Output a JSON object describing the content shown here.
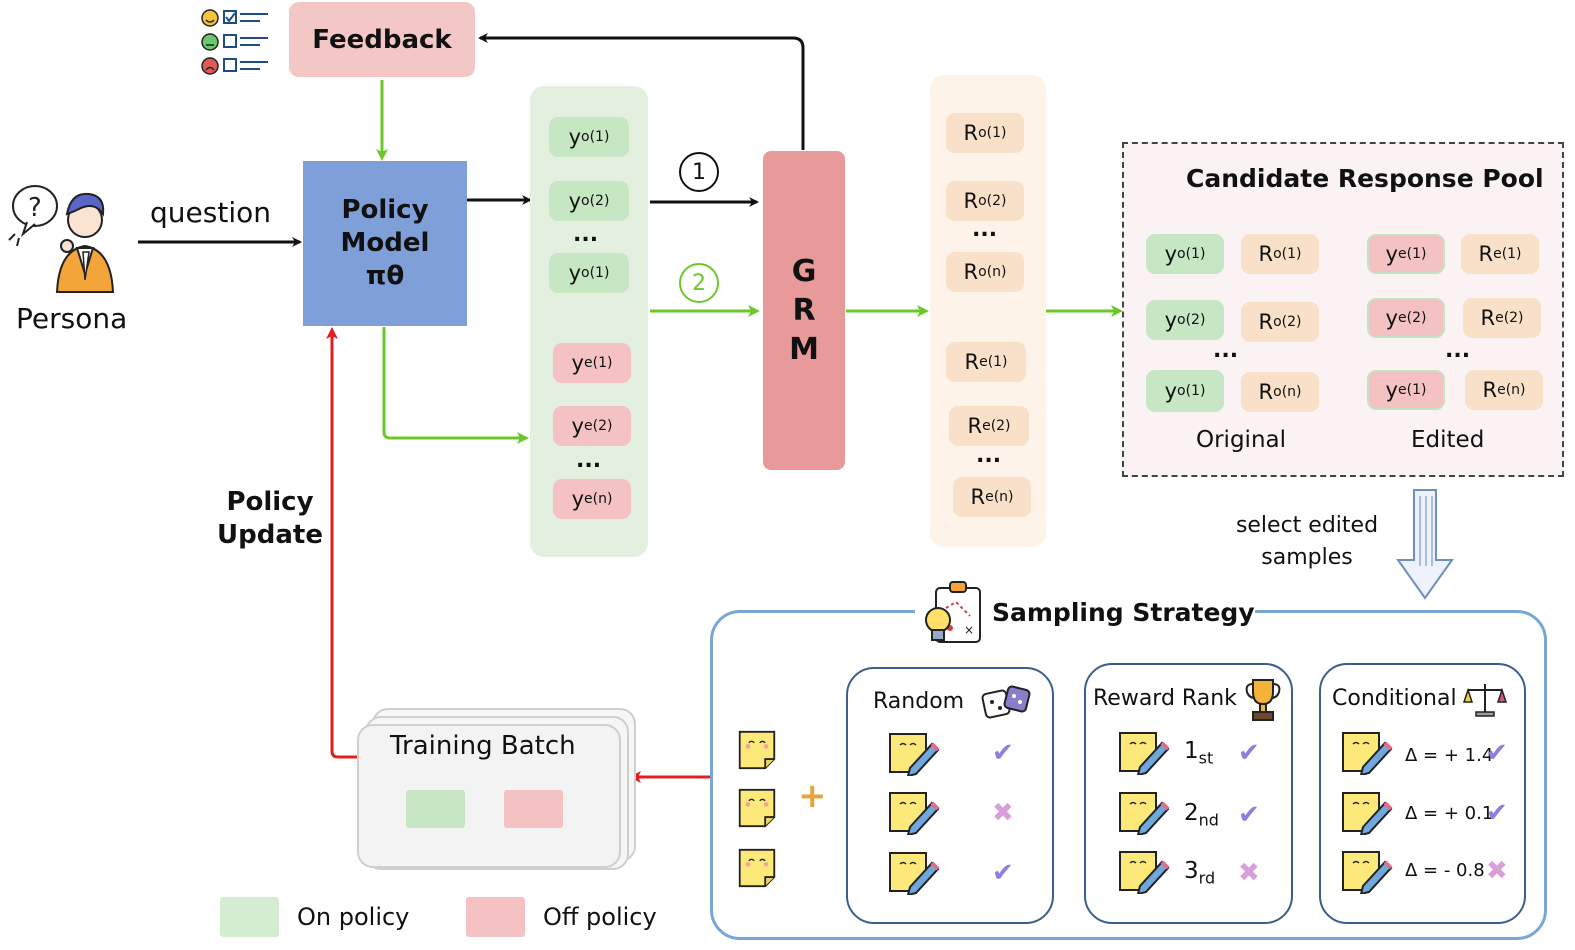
{
  "feedback": {
    "label": "Feedback"
  },
  "persona": {
    "label": "Persona"
  },
  "question": {
    "label": "question"
  },
  "policy_model": {
    "line1": "Policy",
    "line2": "Model",
    "line3": "πθ"
  },
  "policy_update": {
    "line1": "Policy",
    "line2": "Update"
  },
  "grm": {
    "letters": [
      "G",
      "R",
      "M"
    ]
  },
  "path_markers": {
    "one": "1",
    "two": "2"
  },
  "on_policy_responses": [
    "yo(1)",
    "yo(2)",
    "...",
    "yo(1)"
  ],
  "off_policy_responses": [
    "ye(1)",
    "ye(2)",
    "...",
    "ye(n)"
  ],
  "original_rewards": [
    "Ro(1)",
    "Ro(2)",
    "...",
    "Ro(n)"
  ],
  "edited_rewards": [
    "Re(1)",
    "Re(2)",
    "...",
    "Re(n)"
  ],
  "candidate_pool": {
    "title": "Candidate Response Pool",
    "original_label": "Original",
    "edited_label": "Edited",
    "original_rows": [
      [
        "yo(1)",
        "Ro(1)"
      ],
      [
        "yo(2)",
        "Ro(2)"
      ],
      [
        "...",
        ""
      ],
      [
        "yo(1)",
        "Ro(n)"
      ]
    ],
    "edited_rows": [
      [
        "ye(1)",
        "Re(1)"
      ],
      [
        "ye(2)",
        "Re(2)"
      ],
      [
        "...",
        ""
      ],
      [
        "ye(1)",
        "Re(n)"
      ]
    ]
  },
  "select_edited": {
    "line1": "select edited",
    "line2": "samples"
  },
  "sampling_strategy": {
    "title": "Sampling Strategy",
    "plus": "+",
    "random": {
      "title": "Random",
      "marks": [
        "check",
        "cross",
        "check"
      ]
    },
    "reward_rank": {
      "title": "Reward Rank",
      "ranks": [
        "1st",
        "2nd",
        "3rd"
      ],
      "marks": [
        "check",
        "check",
        "cross"
      ]
    },
    "conditional": {
      "title": "Conditional",
      "deltas": [
        "Δ = + 1.4",
        "Δ = + 0.1",
        "Δ = - 0.8"
      ],
      "marks": [
        "check",
        "check",
        "cross"
      ]
    }
  },
  "training_batch": {
    "label": "Training Batch"
  },
  "legend": {
    "on_policy": "On policy",
    "off_policy": "Off policy"
  },
  "colors": {
    "policy_model": "#7f9fd9",
    "feedback": "#f4c7c7",
    "grm": "#e89a9a",
    "on_policy": "#c7e6c4",
    "off_policy": "#f4c2c2",
    "green_arrow": "#6cc82a",
    "red_arrow": "#e02020"
  }
}
